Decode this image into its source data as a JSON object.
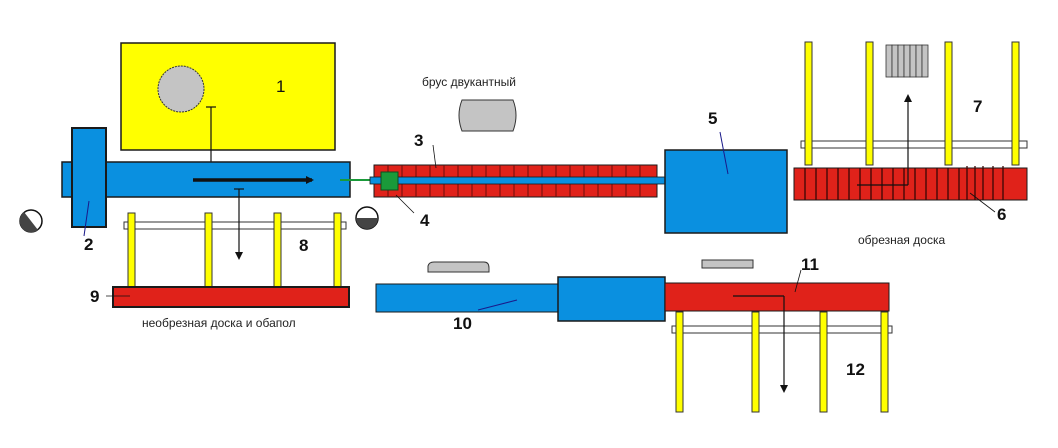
{
  "labels": {
    "n1": "1",
    "n2": "2",
    "n3": "3",
    "n4": "4",
    "n5": "5",
    "n6": "6",
    "n7": "7",
    "n8": "8",
    "n9": "9",
    "n10": "10",
    "n11": "11",
    "n12": "12"
  },
  "captions": {
    "beam": "брус двукантный",
    "edged_board": "обрезная доска",
    "unedged_board": "необрезная доска и обапол"
  },
  "colors": {
    "yellow": "#ffff00",
    "blue": "#0a90e0",
    "red": "#e0221a",
    "gray": "#c4c4c4",
    "green": "#1a9a3a",
    "outline": "#1a1a1a"
  }
}
